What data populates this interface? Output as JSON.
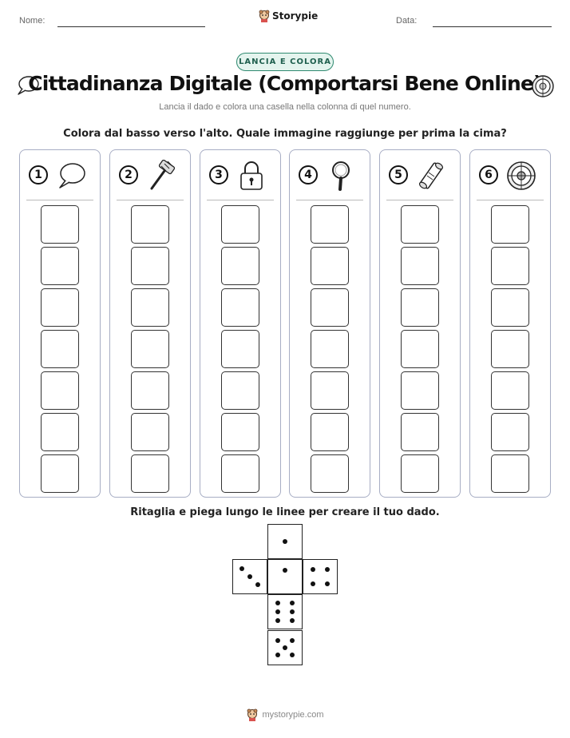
{
  "header": {
    "name_label": "Nome:",
    "date_label": "Data:",
    "brand": "Storypie"
  },
  "badge": "LANCIA E COLORA",
  "title": "Cittadinanza Digitale (Comportarsi Bene Online)",
  "subtitle": "Lancia il dado e colora una casella nella colonna di quel numero.",
  "instruction": "Colora dal basso verso l'alto. Quale immagine raggiunge per prima la cima?",
  "columns": [
    {
      "number": "1",
      "icon": "speech-bubble-icon"
    },
    {
      "number": "2",
      "icon": "rake-icon"
    },
    {
      "number": "3",
      "icon": "padlock-icon"
    },
    {
      "number": "4",
      "icon": "magnifying-glass-icon"
    },
    {
      "number": "5",
      "icon": "scroll-icon"
    },
    {
      "number": "6",
      "icon": "shield-icon"
    }
  ],
  "rows_per_column": 7,
  "cut_instruction": "Ritaglia e piega lungo le linee per creare il tuo dado.",
  "dice_faces": [
    1,
    3,
    1,
    4,
    6,
    5
  ],
  "footer": "mystorypie.com",
  "colors": {
    "badge_border": "#2f8a70",
    "badge_fill": "#e4f4ee",
    "column_border": "#a7adc4"
  }
}
